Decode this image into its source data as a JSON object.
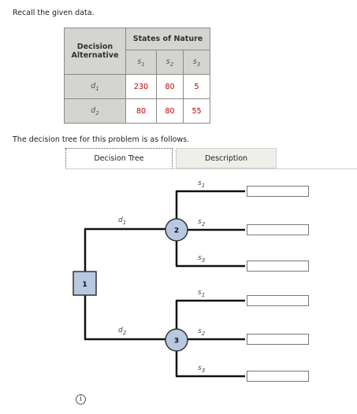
{
  "intro_text": "Recall the given data.",
  "table": {
    "corner_header": "Decision Alternative",
    "states_header": "States of Nature",
    "state_labels": [
      {
        "base": "s",
        "sub": "1"
      },
      {
        "base": "s",
        "sub": "2"
      },
      {
        "base": "s",
        "sub": "3"
      }
    ],
    "rows": [
      {
        "label": {
          "base": "d",
          "sub": "1"
        },
        "values": [
          "230",
          "80",
          "5"
        ]
      },
      {
        "label": {
          "base": "d",
          "sub": "2"
        },
        "values": [
          "80",
          "80",
          "55"
        ]
      }
    ],
    "value_color": "#c00000"
  },
  "tree_intro": "The decision tree for this problem is as follows.",
  "tabs": [
    {
      "label": "Decision Tree",
      "active": true
    },
    {
      "label": "Description",
      "active": false
    }
  ],
  "tree": {
    "decision_node": "1",
    "chance_nodes": [
      "2",
      "3"
    ],
    "decision_branches": [
      {
        "base": "d",
        "sub": "1"
      },
      {
        "base": "d",
        "sub": "2"
      }
    ],
    "state_branches": [
      {
        "base": "s",
        "sub": "1"
      },
      {
        "base": "s",
        "sub": "2"
      },
      {
        "base": "s",
        "sub": "3"
      },
      {
        "base": "s",
        "sub": "1"
      },
      {
        "base": "s",
        "sub": "2"
      },
      {
        "base": "s",
        "sub": "3"
      }
    ],
    "payoff_inputs": [
      "",
      "",
      "",
      "",
      "",
      ""
    ],
    "node_fill": "#b8c8e0",
    "node_stroke": "#333333"
  },
  "info_icon": "info-icon"
}
